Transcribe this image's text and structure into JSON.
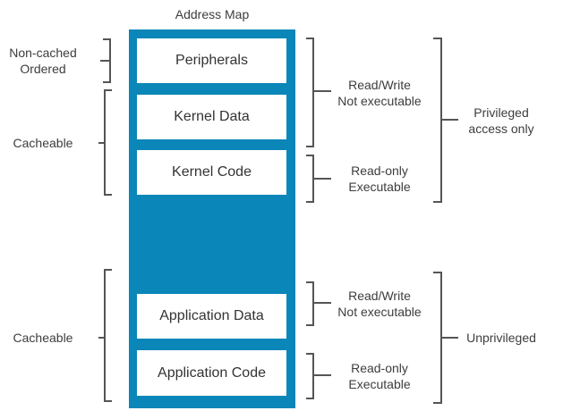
{
  "title": "Address Map",
  "regions": {
    "peripherals": "Peripherals",
    "kernel_data": "Kernel Data",
    "kernel_code": "Kernel Code",
    "application_data": "Application Data",
    "application_code": "Application Code"
  },
  "left_labels": {
    "noncached_line1": "Non-cached",
    "noncached_line2": "Ordered",
    "cacheable_kernel": "Cacheable",
    "cacheable_app": "Cacheable"
  },
  "mid_labels": {
    "kernel_rw_line1": "Read/Write",
    "kernel_rw_line2": "Not executable",
    "kernel_ro_line1": "Read-only",
    "kernel_ro_line2": "Executable",
    "app_rw_line1": "Read/Write",
    "app_rw_line2": "Not executable",
    "app_ro_line1": "Read-only",
    "app_ro_line2": "Executable"
  },
  "right_labels": {
    "privileged_line1": "Privileged",
    "privileged_line2": "access only",
    "unprivileged": "Unprivileged"
  },
  "colors": {
    "map_fill": "#0a86b8",
    "region_fill": "#ffffff",
    "bracket_stroke": "#555555"
  }
}
